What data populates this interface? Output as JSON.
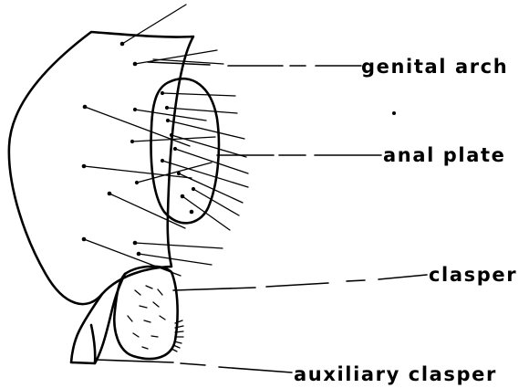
{
  "diagram": {
    "labels": {
      "genital_arch": "genital arch",
      "anal_plate": "anal plate",
      "clasper": "clasper",
      "auxiliary_clasper": "auxiliary clasper"
    }
  },
  "colors": {
    "ink": "#000000",
    "background": "#ffffff"
  }
}
